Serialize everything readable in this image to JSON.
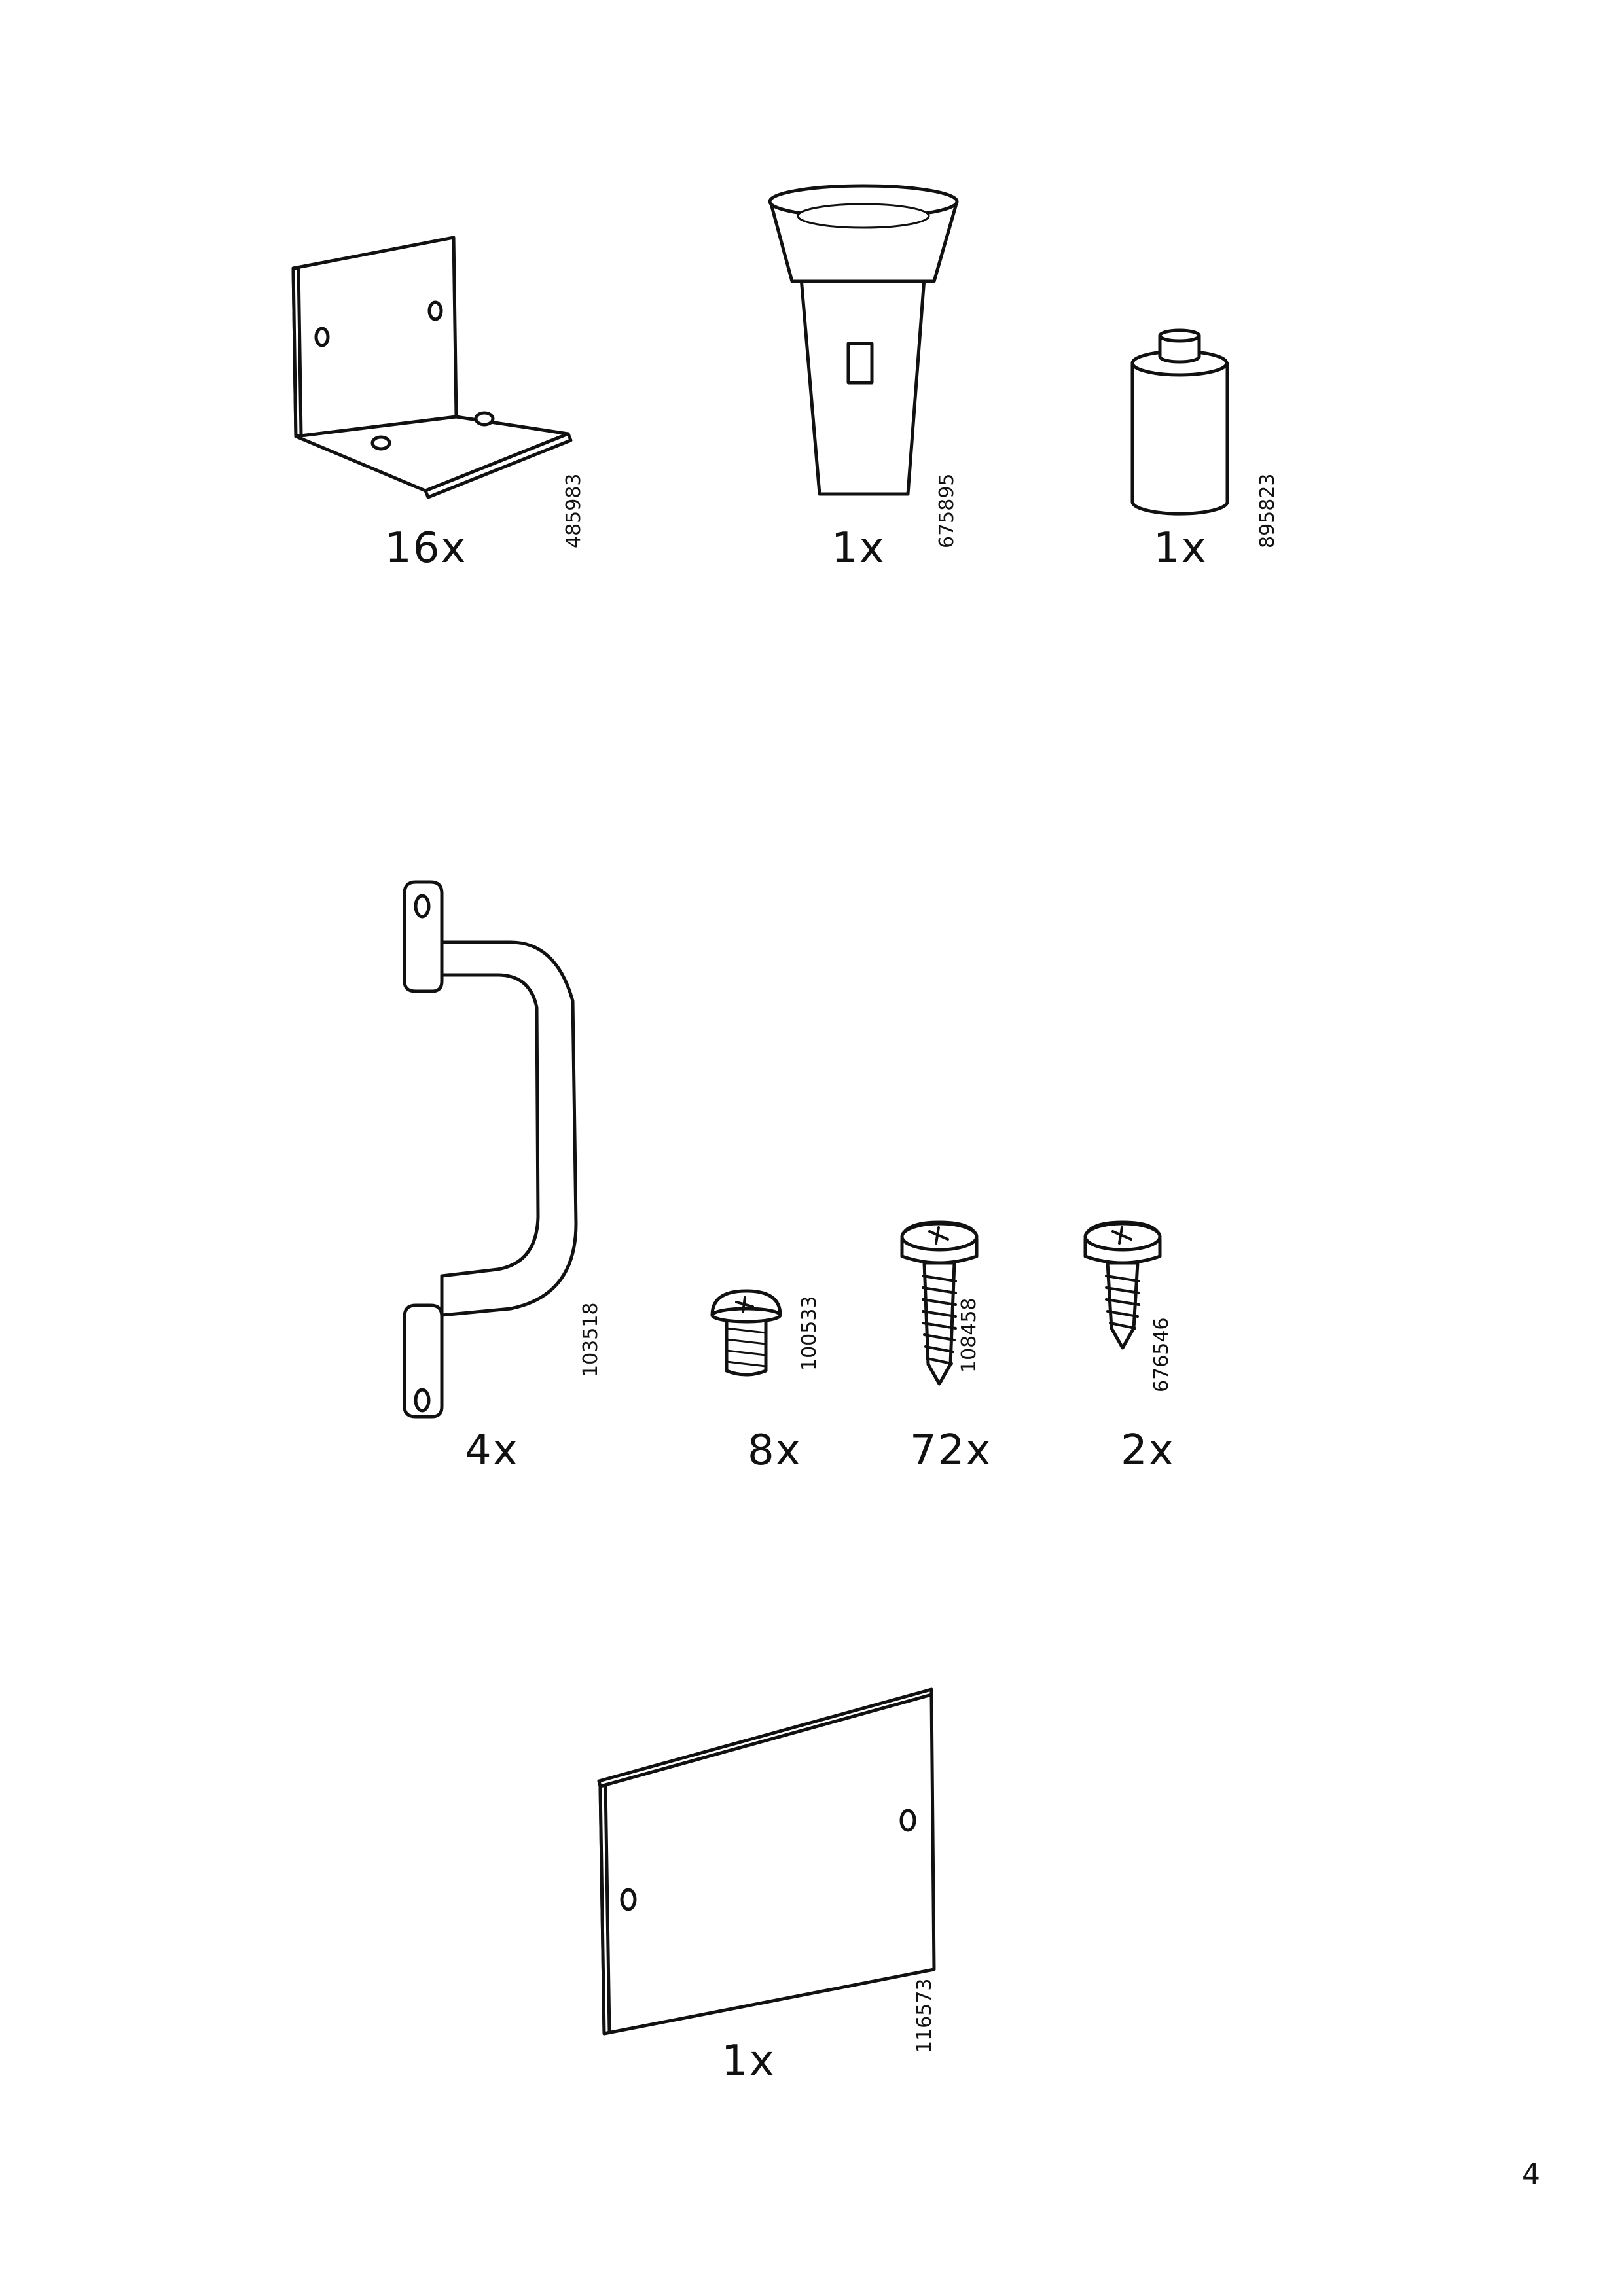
{
  "parts": [
    {
      "id": "angle-bracket",
      "article": "485983",
      "quantity": "16x"
    },
    {
      "id": "tapered-leg",
      "article": "675895",
      "quantity": "1x"
    },
    {
      "id": "cylinder-foot",
      "article": "895823",
      "quantity": "1x"
    },
    {
      "id": "handle",
      "article": "103518",
      "quantity": "4x"
    },
    {
      "id": "machine-screw",
      "article": "100533",
      "quantity": "8x"
    },
    {
      "id": "wood-screw-long",
      "article": "108458",
      "quantity": "72x"
    },
    {
      "id": "wood-screw-short",
      "article": "676546",
      "quantity": "2x"
    },
    {
      "id": "panel",
      "article": "116573",
      "quantity": "1x"
    }
  ],
  "page_number": "4"
}
